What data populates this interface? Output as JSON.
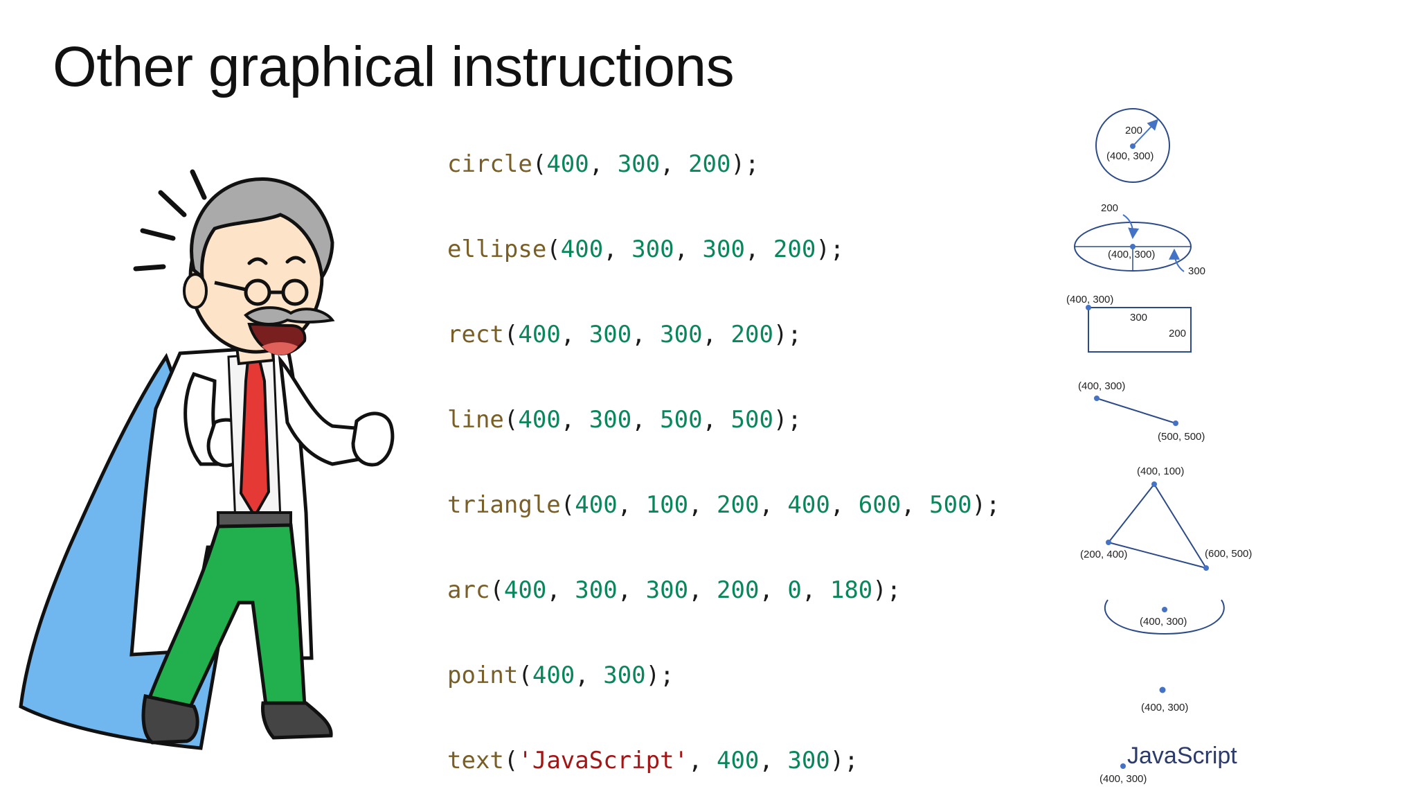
{
  "title": "Other graphical instructions",
  "code_lines": [
    {
      "fn": "circle",
      "args": [
        "400",
        "300",
        "200"
      ]
    },
    {
      "fn": "ellipse",
      "args": [
        "400",
        "300",
        "300",
        "200"
      ]
    },
    {
      "fn": "rect",
      "args": [
        "400",
        "300",
        "300",
        "200"
      ]
    },
    {
      "fn": "line",
      "args": [
        "400",
        "300",
        "500",
        "500"
      ]
    },
    {
      "fn": "triangle",
      "args": [
        "400",
        "100",
        "200",
        "400",
        "600",
        "500"
      ]
    },
    {
      "fn": "arc",
      "args": [
        "400",
        "300",
        "300",
        "200",
        "0",
        "180"
      ]
    },
    {
      "fn": "point",
      "args": [
        "400",
        "300"
      ]
    },
    {
      "fn": "text",
      "args": [
        "'JavaScript'",
        "400",
        "300"
      ]
    }
  ],
  "diagrams": {
    "circle": {
      "radius_label": "200",
      "center_label": "(400, 300)"
    },
    "ellipse": {
      "height_label": "200",
      "center_label": "(400, 300)",
      "width_label": "300"
    },
    "rect": {
      "corner_label": "(400, 300)",
      "width_label": "300",
      "height_label": "200"
    },
    "line": {
      "start_label": "(400, 300)",
      "end_label": "(500, 500)"
    },
    "triangle": {
      "top_label": "(400, 100)",
      "left_label": "(200, 400)",
      "right_label": "(600, 500)"
    },
    "arc": {
      "center_label": "(400, 300)"
    },
    "point": {
      "label": "(400, 300)"
    },
    "text": {
      "word": "JavaScript",
      "label": "(400, 300)"
    }
  },
  "colors": {
    "function": "#795e26",
    "number": "#09865a",
    "string": "#a31515",
    "shape_stroke": "#2b4a8a",
    "dot": "#4472c4",
    "coat": "#ffffff",
    "cape": "#6fb7ee",
    "tie": "#e53935",
    "pants": "#22b04e"
  }
}
